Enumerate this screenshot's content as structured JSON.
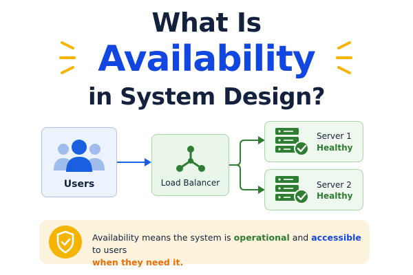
{
  "title": {
    "line1": "What Is",
    "line2": "Availability",
    "line3": "in System Design?"
  },
  "colors": {
    "navy": "#14213d",
    "blue": "#1246e0",
    "green": "#2e7d32",
    "orange": "#e8700a",
    "spark": "#f5b400"
  },
  "diagram": {
    "users": {
      "label": "Users",
      "icon": "users-icon"
    },
    "load_balancer": {
      "label": "Load Balancer",
      "icon": "network-node-icon"
    },
    "servers": [
      {
        "name": "Server 1",
        "status": "Healthy",
        "icon": "server-check-icon"
      },
      {
        "name": "Server 2",
        "status": "Healthy",
        "icon": "server-check-icon"
      }
    ]
  },
  "callout": {
    "icon": "shield-check-icon",
    "part1": "Availability means the system is ",
    "highlight1": "operational",
    "part2": " and ",
    "highlight2": "accessible",
    "part3": " to users",
    "highlight3": "when they need it."
  }
}
